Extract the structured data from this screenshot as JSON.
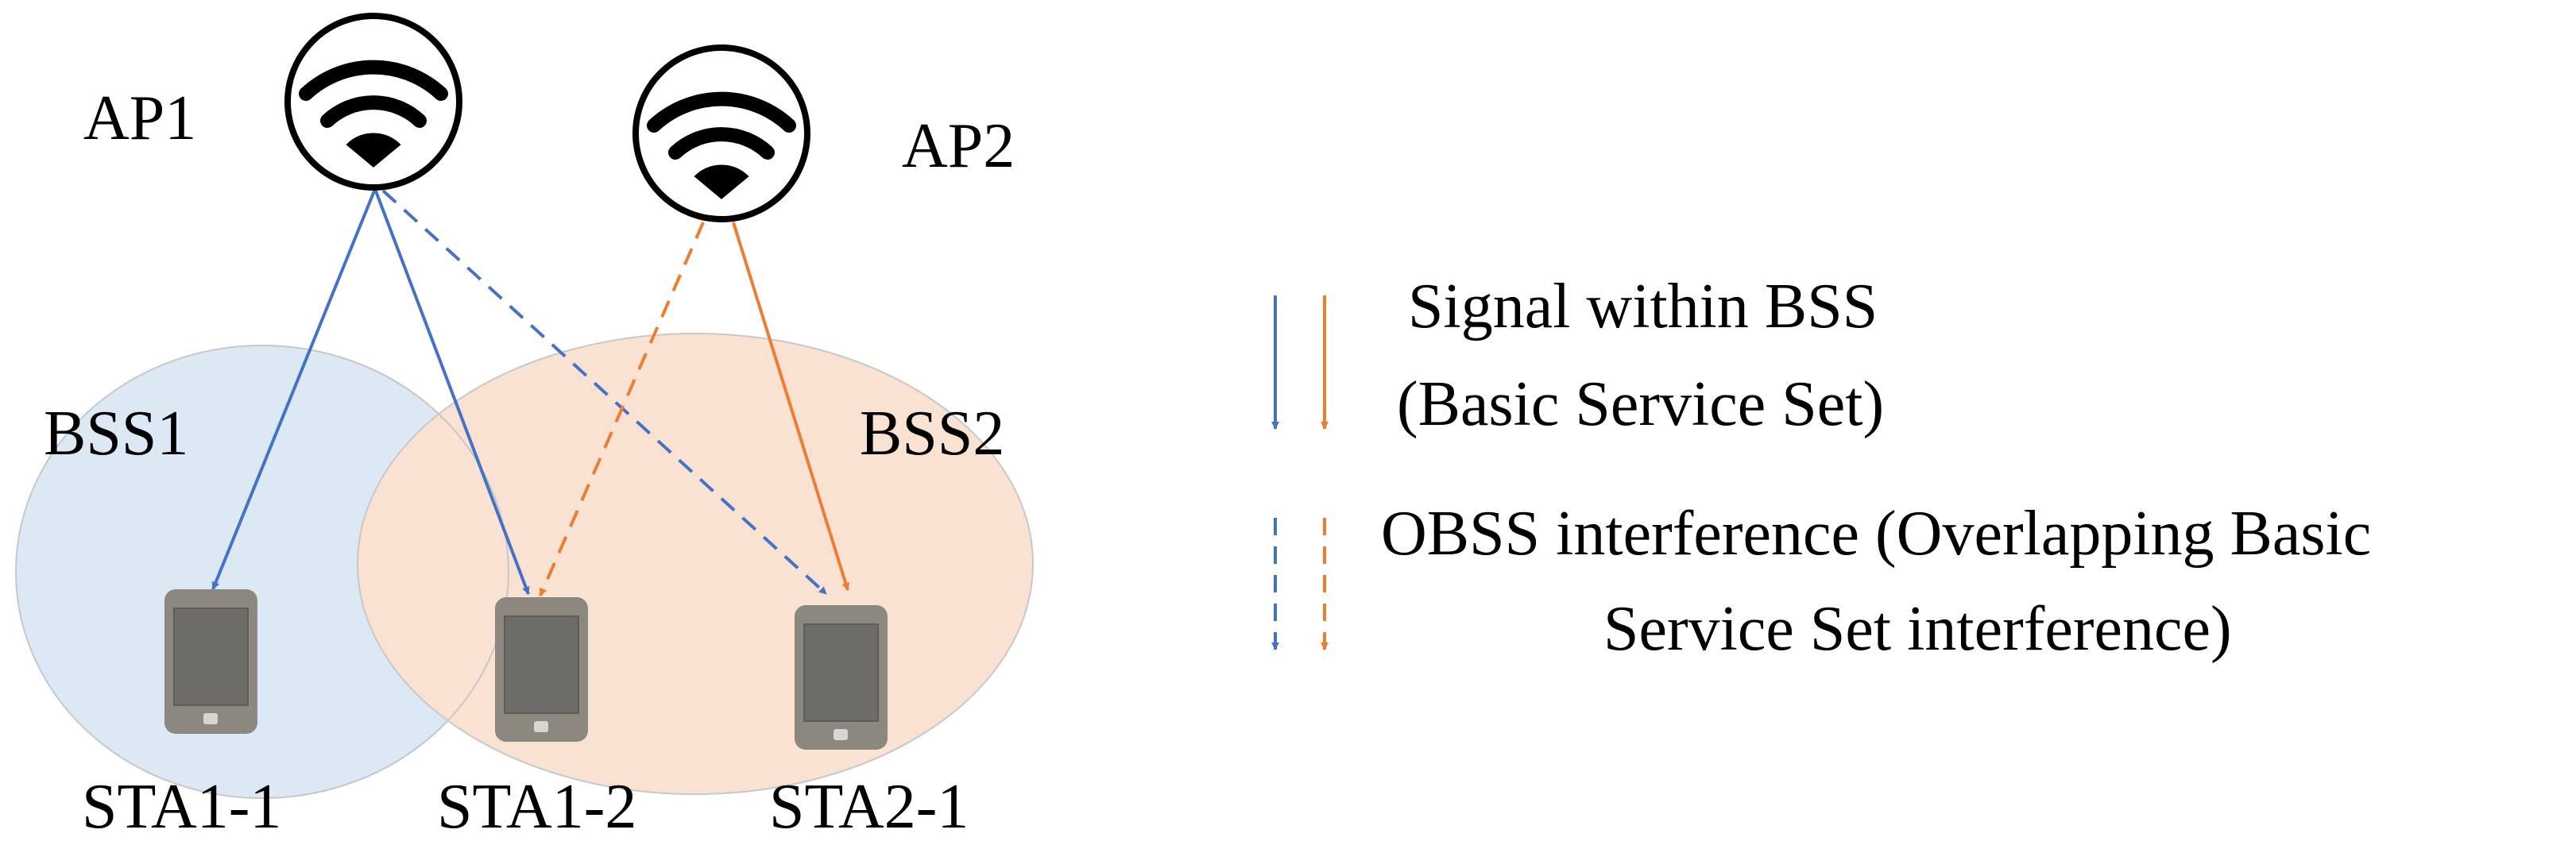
{
  "labels": {
    "ap1": "AP1",
    "ap2": "AP2",
    "bss1": "BSS1",
    "bss2": "BSS2",
    "sta1_1": "STA1-1",
    "sta1_2": "STA1-2",
    "sta2_1": "STA2-1"
  },
  "legend": {
    "signal_line1": "Signal within BSS",
    "signal_line2": "(Basic Service Set)",
    "obss_line1": "OBSS interference (Overlapping Basic",
    "obss_line2": "Service Set interference)"
  },
  "colors": {
    "bss1_fill": "#dde8f5",
    "bss2_fill": "#f9e2d2",
    "bss_stroke": "#c8c8c8",
    "blue": "#4472c4",
    "orange": "#ed7d31",
    "phone_body": "#8c8880",
    "phone_screen": "#6e6c69",
    "ap_stroke": "#000000"
  },
  "icons": {
    "ap": "wifi-icon",
    "station": "smartphone-icon"
  },
  "links": [
    {
      "from": "AP1",
      "to": "STA1-1",
      "color": "blue",
      "style": "solid"
    },
    {
      "from": "AP1",
      "to": "STA1-2",
      "color": "blue",
      "style": "solid"
    },
    {
      "from": "AP1",
      "to": "STA2-1",
      "color": "blue",
      "style": "dashed"
    },
    {
      "from": "AP2",
      "to": "STA1-2",
      "color": "orange",
      "style": "dashed"
    },
    {
      "from": "AP2",
      "to": "STA2-1",
      "color": "orange",
      "style": "solid"
    }
  ]
}
